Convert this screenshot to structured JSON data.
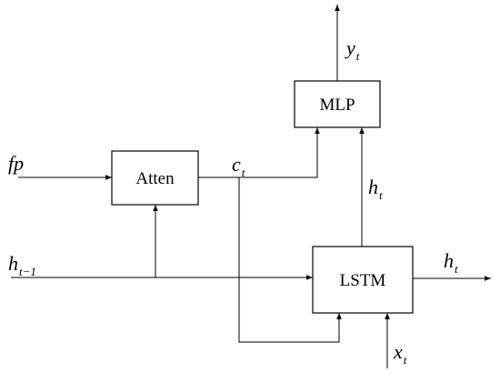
{
  "blocks": {
    "mlp": "MLP",
    "atten": "Atten",
    "lstm": "LSTM"
  },
  "signals": {
    "y_t": {
      "base": "y",
      "sub": "t"
    },
    "c_t": {
      "base": "c",
      "sub": "t"
    },
    "h_t_mid": {
      "base": "h",
      "sub": "t"
    },
    "h_t_out": {
      "base": "h",
      "sub": "t"
    },
    "h_prev": {
      "base": "h",
      "sub": "t",
      "sub_rest": "−1"
    },
    "x_t": {
      "base": "x",
      "sub": "t"
    },
    "fp": "fp"
  }
}
